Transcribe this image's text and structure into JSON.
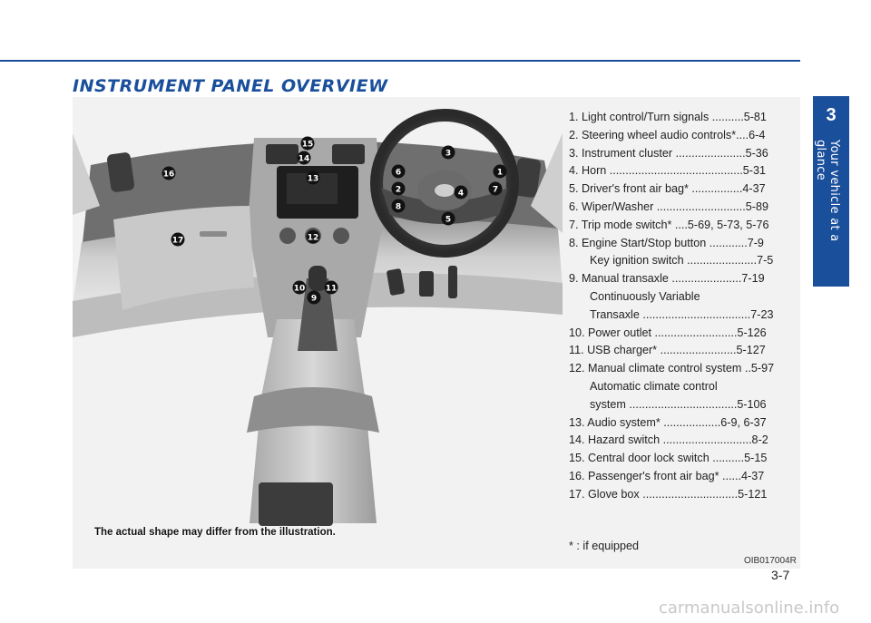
{
  "header": {
    "section_title": "INSTRUMENT PANEL OVERVIEW"
  },
  "side_tab": {
    "chapter": "3",
    "label": "Your vehicle at a glance"
  },
  "figure": {
    "disclaimer": "The actual shape may differ from the illustration.",
    "code": "OIB017004R",
    "callouts": [
      "1",
      "2",
      "3",
      "4",
      "5",
      "6",
      "7",
      "8",
      "9",
      "10",
      "11",
      "12",
      "13",
      "14",
      "15",
      "16",
      "17"
    ]
  },
  "items": [
    "1. Light control/Turn signals ..........5-81",
    "2. Steering wheel audio controls*....6-4",
    "3. Instrument cluster ......................5-36",
    "4. Horn ..........................................5-31",
    "5. Driver's front air bag* ................4-37",
    "6. Wiper/Washer ............................5-89",
    "7. Trip mode switch* ....5-69, 5-73, 5-76",
    "8. Engine Start/Stop button ............7-9",
    "Key ignition switch ......................7-5",
    "9. Manual transaxle ......................7-19",
    "Continuously Variable",
    "Transaxle ..................................7-23",
    "10. Power outlet ..........................5-126",
    "11. USB charger* ........................5-127",
    "12. Manual climate control system ..5-97",
    "Automatic climate control",
    "system ..................................5-106",
    "13. Audio system* ..................6-9, 6-37",
    "14. Hazard switch ............................8-2",
    "15. Central door lock switch ..........5-15",
    "16. Passenger's front air bag* ......4-37",
    "17. Glove box ..............................5-121"
  ],
  "footnote": "* : if equipped",
  "page_number": "3-7",
  "watermark": "carmanualsonline.info"
}
